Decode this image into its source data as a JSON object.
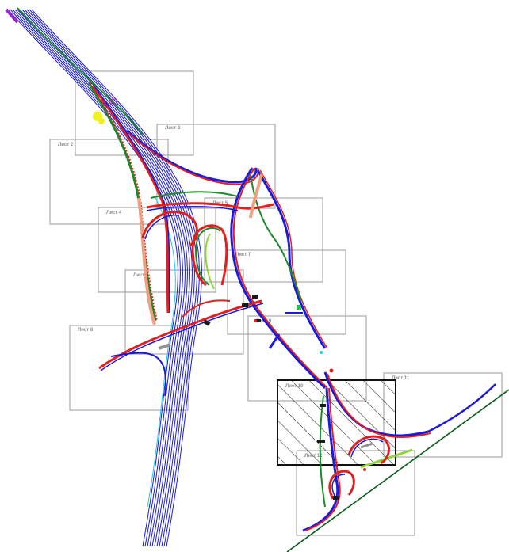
{
  "colors": {
    "background": "#ffffff",
    "sheet_frame": "#9a9a9a",
    "highlight_frame": "#111111",
    "main_road": "#1a1adf",
    "ramp_red": "#e02020",
    "ramp_green": "#1f8a2a",
    "light_green": "#8fd43a",
    "cyan": "#25c8e8",
    "salmon": "#f0a080",
    "yellow": "#f0f020",
    "dark_green_line": "#0b5a1a",
    "purple": "#9a2ad0",
    "gray_marker": "#909090"
  },
  "sheets": [
    {
      "id": "sheet-1",
      "label": ""
    },
    {
      "id": "sheet-2",
      "label": "Лист 2"
    },
    {
      "id": "sheet-3",
      "label": "Лист 3"
    },
    {
      "id": "sheet-4",
      "label": "Лист 4"
    },
    {
      "id": "sheet-5",
      "label": "Лист 5"
    },
    {
      "id": "sheet-6",
      "label": "Лист 6"
    },
    {
      "id": "sheet-7",
      "label": "Лист 7"
    },
    {
      "id": "sheet-8",
      "label": "Лист 8"
    },
    {
      "id": "sheet-9",
      "label": "Лист 9"
    },
    {
      "id": "sheet-10",
      "label": "Лист 10"
    },
    {
      "id": "sheet-11",
      "label": "Лист 11"
    },
    {
      "id": "sheet-12",
      "label": "Лист 12"
    }
  ]
}
